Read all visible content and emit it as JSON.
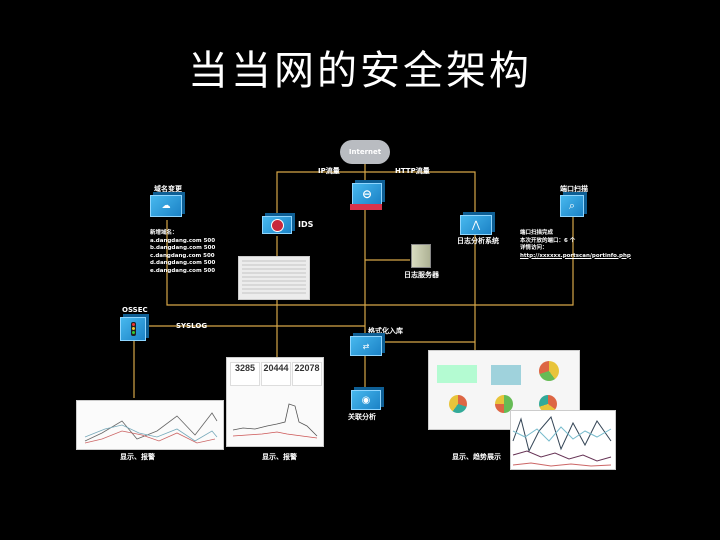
{
  "slide": {
    "title": "当当网的安全架构"
  },
  "diagram": {
    "internet": {
      "label": "Internet"
    },
    "links": {
      "ip_traffic": "IP流量",
      "http_traffic": "HTTP流量",
      "syslog": "SYSLOG"
    },
    "nodes": {
      "domain_change": {
        "label": "域名变更",
        "icon": "domain-monitor-icon"
      },
      "firewall": {
        "label": "",
        "icon": "firewall-icon"
      },
      "ids": {
        "label": "IDS",
        "icon": "ids-icon"
      },
      "log_analysis": {
        "label": "日志分析系统",
        "icon": "log-analysis-icon"
      },
      "port_scan": {
        "label": "端口扫描",
        "icon": "magnifier-icon"
      },
      "log_server": {
        "label": "日志服务器",
        "icon": "server-icon"
      },
      "ossec": {
        "label": "OSSEC",
        "icon": "traffic-light-icon"
      },
      "format_store": {
        "label": "格式化入库",
        "icon": "router-icon"
      },
      "correlation": {
        "label": "关联分析",
        "icon": "analysis-icon"
      }
    },
    "domain_notes": {
      "heading": "新增域名：",
      "lines": [
        "a.dangdang.com 500",
        "b.dangdang.com 500",
        "c.dangdang.com 500",
        "d.dangdang.com 500",
        "e.dangdang.com 500"
      ]
    },
    "port_notes": {
      "lines": [
        "端口扫描完成",
        "本次开放的端口：6 个",
        "详情访问：",
        "http://xxxxxx.portscan/portinfo.php"
      ]
    },
    "dashboard_stats": [
      "3285",
      "20444",
      "22078"
    ],
    "captions": {
      "left": "显示、报警",
      "middle": "显示、报警",
      "right": "显示、趋势展示"
    }
  },
  "colors": {
    "wire": "#d6a648",
    "device_blue": "#2a9ad8",
    "background": "#000000"
  }
}
